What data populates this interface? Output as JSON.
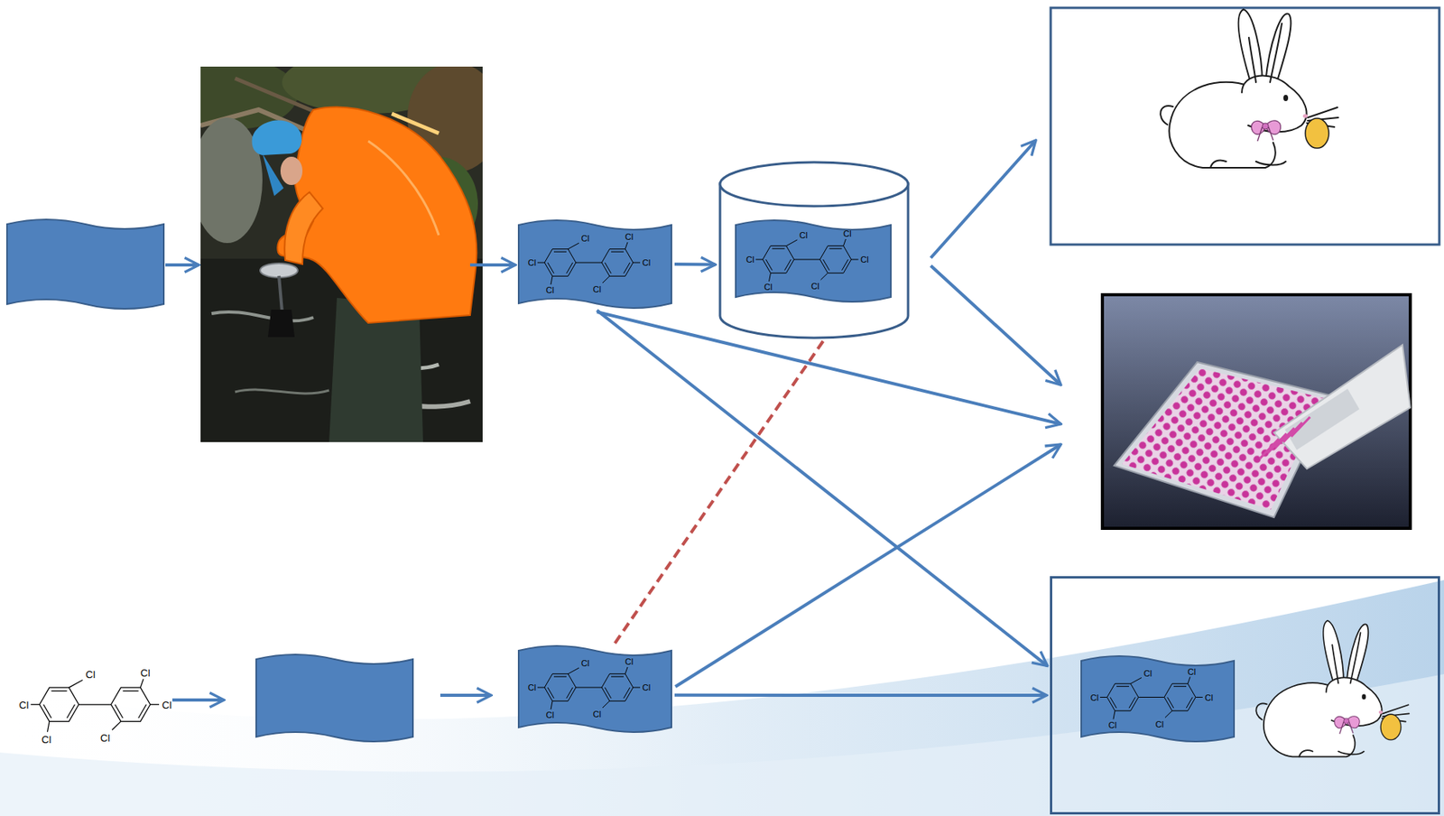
{
  "diagram": {
    "nodes": [
      {
        "text": [
          "Cl",
          "Cl",
          "Cl",
          "Cl",
          "Cl",
          "Cl"
        ]
      },
      {
        "text": []
      },
      {
        "text": [
          "Cl",
          "Cl",
          "Cl",
          "Cl",
          "Cl",
          "Cl"
        ],
        "in": 1
      },
      {
        "text": [
          "Cl",
          "Cl",
          "Cl",
          "Cl",
          "Cl",
          "Cl"
        ]
      },
      {
        "text": []
      },
      {
        "text": [
          "Cl",
          "Cl",
          "Cl",
          "Cl",
          "Cl",
          "Cl"
        ],
        "in": 4
      }
    ],
    "edges": [
      {
        "from": 0,
        "to": 1,
        "arrow": "to"
      },
      {
        "from": 0,
        "to": 4,
        "arrow": "to"
      },
      {
        "from": 3,
        "to": 1,
        "arrow": "none"
      },
      {
        "from": 3,
        "to": 4,
        "arrow": "to"
      }
    ],
    "labels": [
      "Cl",
      "Cl",
      "Cl",
      "Cl",
      "Cl",
      "Cl"
    ]
  }
}
